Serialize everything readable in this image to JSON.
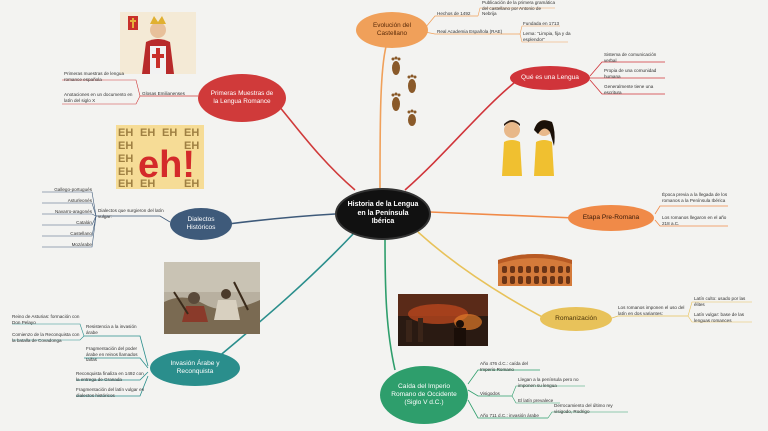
{
  "colors": {
    "background": "#f3f3f1",
    "center": "#111111",
    "evolucion": "#f0a05a",
    "que_es": "#d0343a",
    "etapa": "#f08a48",
    "romanizacion": "#e8c25a",
    "caida": "#2e9e6c",
    "invasion": "#2a8e8c",
    "dialectos": "#3e5a7a",
    "primeras": "#d03a3a"
  },
  "center": {
    "label": "Historia de la Lengua en la Península Ibérica"
  },
  "branches": {
    "evolucion": {
      "label": "Evolución del Castellano",
      "hechos": "Hechos de 1492",
      "hechos_detail": "Publicación de la primera gramática del castellano por Antonio de Nebrija",
      "rae": "Real Academia Española (RAE)",
      "fundada": "Fundada en 1713",
      "lema": "Lema: \"Limpia, fija y da esplendor\""
    },
    "que_es": {
      "label": "Qué es una Lengua",
      "items": [
        "Sistema de comunicación verbal",
        "Propia de una comunidad humana",
        "Generalmente tiene una escritura"
      ]
    },
    "etapa": {
      "label": "Etapa Pre-Romana",
      "items": [
        "Época previa a la llegada de los romanos a la Península Ibérica",
        "Los romanos llegaron en el año 218 a.C."
      ]
    },
    "romanizacion": {
      "label": "Romanización",
      "detail": "Los romanos imponen el uso del latín en dos variantes:",
      "items": [
        "Latín culto: usado por las élites",
        "Latín vulgar: base de las lenguas romances"
      ]
    },
    "caida": {
      "label": "Caída del Imperio Romano de Occidente (Siglo V d.C.)",
      "a476": "Año 476 d.C.: caída del Imperio Romano",
      "visigodos": "Visigodos",
      "vis_items": [
        "Llegan a la península pero no imponen su lengua",
        "El latín prevalece"
      ],
      "a711": "Año 711 d.C.: invasión árabe",
      "a711_detail": "Derrocamiento del último rey visigodo, Rodrigo"
    },
    "invasion": {
      "label": "Invasión Árabe y Reconquista",
      "resistencia": "Resistencia a la invasión árabe",
      "asturias": "Reino de Asturias: formación con Don Pelayo",
      "covadonga": "Comienzo de la Reconquista con la batalla de Covadonga",
      "fragmentacion": "Fragmentación del poder árabe en reinos llamados taifas",
      "granada": "Reconquista finaliza en 1492 con la entrega de Granada",
      "latin": "Fragmentación del latín vulgar en dialectos históricos"
    },
    "dialectos": {
      "label": "Dialectos Históricos",
      "detail": "Dialectos que surgieron del latín vulgar:",
      "items": [
        "Gallego-portugués",
        "Asturleonés",
        "Navarro-aragonés",
        "Catalán",
        "Castellano",
        "Mozárabe"
      ]
    },
    "primeras": {
      "label": "Primeras Muestras de la Lengua Romance",
      "glosas": "Glosas Emilianenses",
      "items": [
        "Primeras muestras de lengua romance española",
        "Anotaciones en un documento en latín del siglo X"
      ]
    }
  },
  "images": {
    "eh_text": "EH",
    "eh_big": "eh!"
  }
}
